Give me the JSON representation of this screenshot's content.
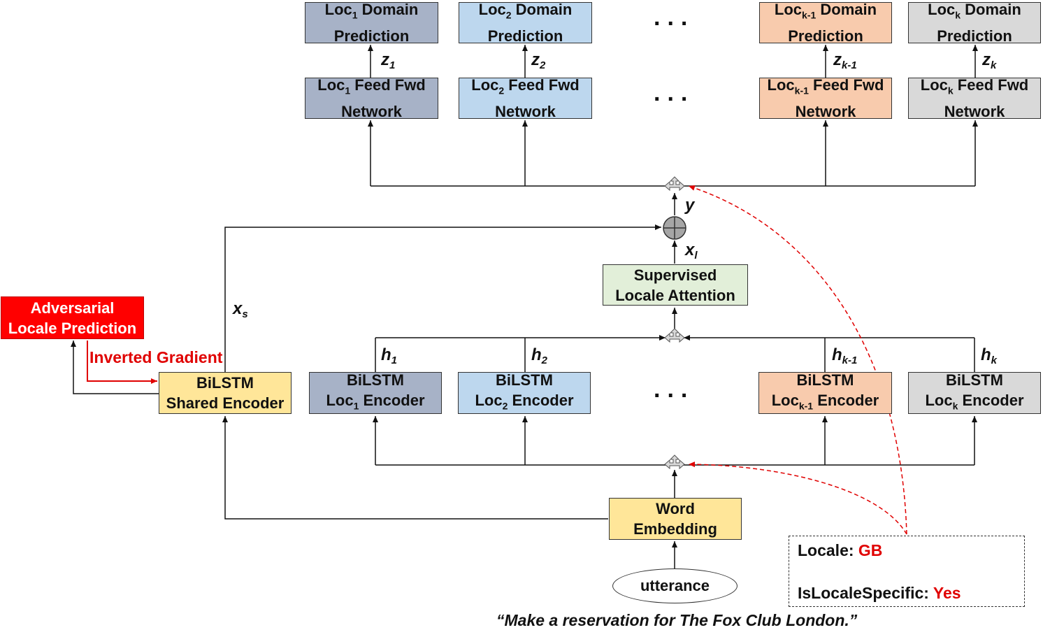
{
  "domain_prediction": {
    "loc1": {
      "l1": "Domain",
      "l2": "Prediction"
    },
    "loc2": {
      "l1": "Domain",
      "l2": "Prediction"
    },
    "lock1": {
      "l1": "Domain",
      "l2": "Prediction"
    },
    "lock": {
      "l1": "Domain",
      "l2": "Prediction"
    }
  },
  "feed_fwd": {
    "loc1": {
      "l1": "Feed Fwd",
      "l2": "Network"
    },
    "loc2": {
      "l1": "Feed Fwd",
      "l2": "Network"
    },
    "lock1": {
      "l1": "Feed Fwd",
      "l2": "Network"
    },
    "lock": {
      "l1": "Feed Fwd",
      "l2": "Network"
    }
  },
  "loc_prefix": "Loc",
  "subscripts": {
    "s1": "1",
    "s2": "2",
    "sk1": "k-1",
    "sk": "k"
  },
  "labels": {
    "z": "z",
    "h": "h",
    "y": "y",
    "x_l": "x",
    "x_l_sub": "l",
    "x_s": "x",
    "x_s_sub": "s"
  },
  "ellipsis": "...",
  "supervised_attention": {
    "l1": "Supervised",
    "l2": "Locale Attention"
  },
  "encoders": {
    "bilstm": "BiLSTM",
    "encoder_word": "Encoder",
    "shared_l2": "Shared Encoder"
  },
  "adversarial": {
    "l1": "Adversarial",
    "l2": "Locale Prediction"
  },
  "inverted_gradient": "Inverted Gradient",
  "word_embedding": {
    "l1": "Word",
    "l2": "Embedding"
  },
  "utterance": "utterance",
  "info": {
    "locale_label": "Locale: ",
    "locale_value": "GB",
    "specific_label": "IsLocaleSpecific: ",
    "specific_value": "Yes"
  },
  "caption": "“Make a reservation for The Fox Club London.”",
  "colors": {
    "loc1": "#a7b2c7",
    "loc2": "#bdd7ee",
    "lock1": "#f8cbad",
    "lock": "#d9d9d9",
    "shared": "#ffe699",
    "attention": "#e2efd9",
    "adversarial": "#ff0000",
    "red_text": "#e00000"
  },
  "icons": [
    "four-way-arrow-switch-icon",
    "sum-circle-icon"
  ]
}
